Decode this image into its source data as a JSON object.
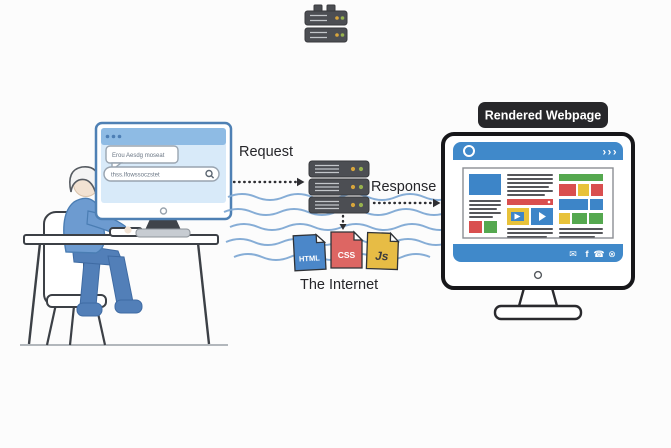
{
  "scene": {
    "request_label": "Request",
    "response_label": "Response",
    "internet_label": "The Internet",
    "rendered_webpage_label": "Rendered Webpage"
  },
  "user_browser": {
    "speech_bubble_text": "Erou Aesdg moseat",
    "search_text": "thss.Ifowssoczstet"
  },
  "files": [
    {
      "label": "HTML",
      "color": "#4b87c9"
    },
    {
      "label": "CSS",
      "color": "#dd6663"
    },
    {
      "label": "Js",
      "color": "#e7bc45"
    }
  ],
  "rendered_browser": {
    "chevrons": "›››",
    "footer_icons": [
      {
        "name": "mail-icon",
        "glyph": "✉"
      },
      {
        "name": "facebook-icon",
        "glyph": "f"
      },
      {
        "name": "phone-icon",
        "glyph": "☎"
      },
      {
        "name": "close-circle-icon",
        "glyph": "⊗"
      }
    ]
  },
  "colors": {
    "wave": "#7fa9d4",
    "server_body": "#4c4e53",
    "badge_bg": "#27272a",
    "browser_blue": "#4089ca",
    "block_blue": "#3d85c8",
    "block_red": "#d94f4f",
    "block_green": "#55a84f",
    "block_yellow": "#e8c23a"
  }
}
